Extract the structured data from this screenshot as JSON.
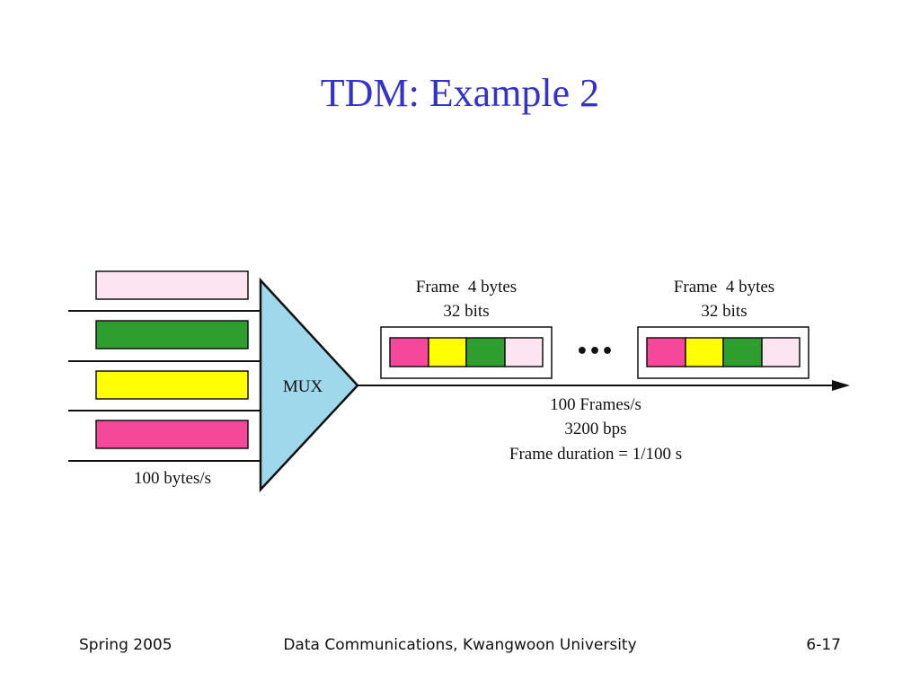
{
  "title": "TDM: Example 2",
  "inputs": {
    "rate_label": "100 bytes/s",
    "colors": [
      "#fce4f0",
      "#2e9e2e",
      "#ffff00",
      "#f5489a"
    ]
  },
  "mux": {
    "label": "MUX",
    "color": "#9ed8ea"
  },
  "frames": [
    {
      "size_label": "Frame  4 bytes",
      "bits_label": "32 bits",
      "slot_colors": [
        "#f5489a",
        "#ffff00",
        "#2e9e2e",
        "#fce4f0"
      ]
    },
    {
      "size_label": "Frame  4 bytes",
      "bits_label": "32 bits",
      "slot_colors": [
        "#f5489a",
        "#ffff00",
        "#2e9e2e",
        "#fce4f0"
      ]
    }
  ],
  "ellipsis": "•••",
  "output": {
    "frame_rate": "100 Frames/s",
    "bit_rate": "3200 bps",
    "frame_duration": "Frame duration = 1/100 s"
  },
  "footer": {
    "left": "Spring 2005",
    "center": "Data Communications, Kwangwoon University",
    "right": "6-17"
  }
}
